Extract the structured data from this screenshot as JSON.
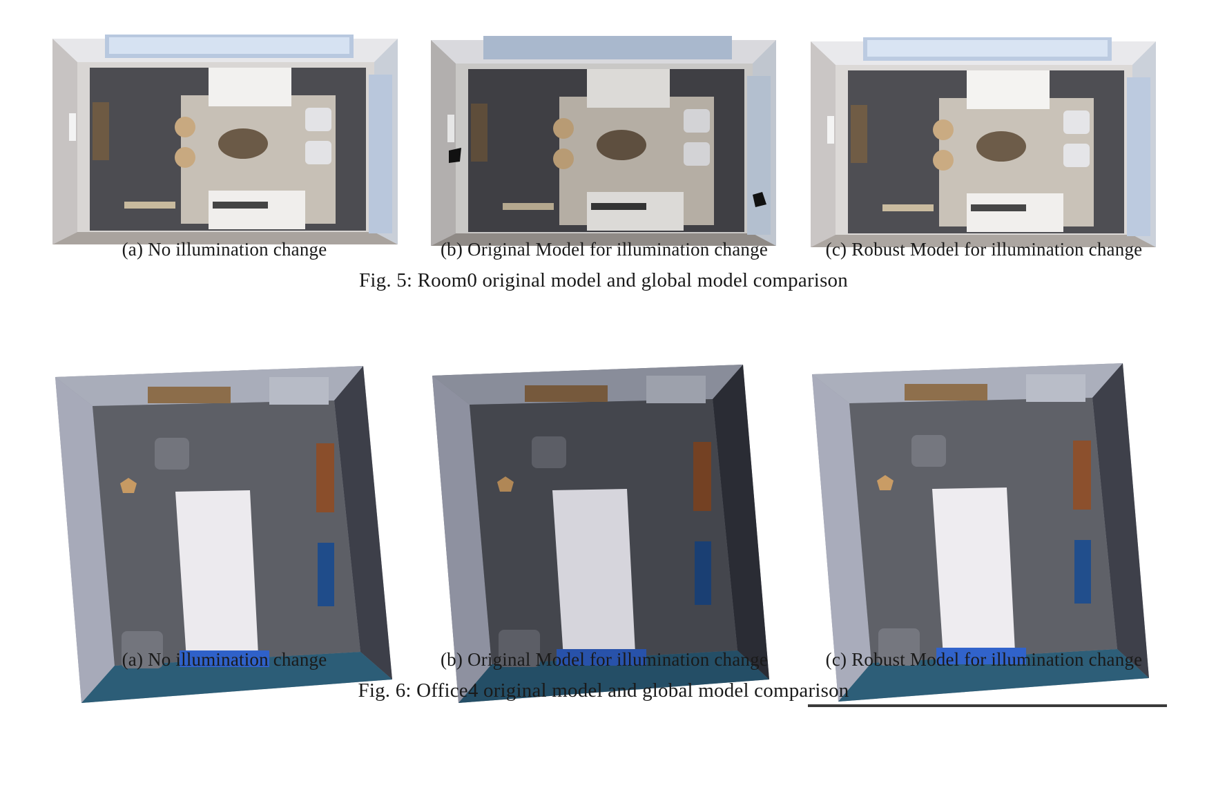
{
  "figures": [
    {
      "id": "fig5",
      "caption": "Fig. 5: Room0 original model and global model comparison",
      "panels": [
        {
          "caption": "(a) No illumination change"
        },
        {
          "caption": "(b) Original Model for illumination change"
        },
        {
          "caption": "(c) Robust Model for illumination change"
        }
      ]
    },
    {
      "id": "fig6",
      "caption": "Fig. 6: Office4 original model and global model comparison",
      "panels": [
        {
          "caption": "(a) No illumination change"
        },
        {
          "caption": "(b) Original Model for illumination change"
        },
        {
          "caption": "(c) Robust Model for illumination change"
        }
      ]
    }
  ]
}
